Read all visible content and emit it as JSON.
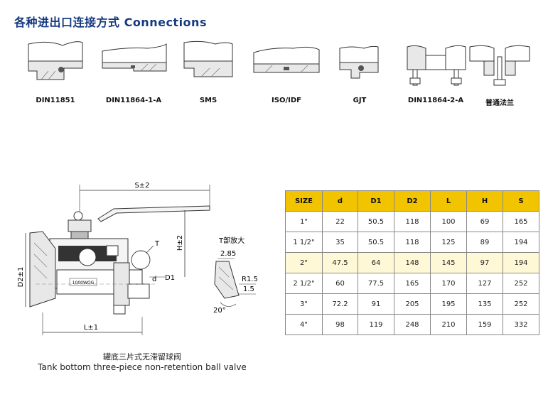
{
  "title": "各种进出口连接方式 Connections",
  "connections": [
    {
      "label": "DIN11851"
    },
    {
      "label": "DIN11864-1-A"
    },
    {
      "label": "SMS"
    },
    {
      "label": "ISO/IDF"
    },
    {
      "label": "GJT"
    },
    {
      "label": "DIN11864-2-A"
    },
    {
      "label": "普通法兰"
    }
  ],
  "drawing": {
    "dim_s": "S±2",
    "dim_h": "H±2",
    "dim_d2": "D2±1",
    "dim_d1": "D1",
    "dim_d": "d",
    "dim_l": "L±1",
    "callout_t": "T",
    "stamp": "1000WOG",
    "detail": {
      "title": "T部放大",
      "dim_285": "2.85",
      "dim_r15": "R1.5",
      "dim_15": "1.5",
      "angle": "20°"
    }
  },
  "caption": {
    "cn": "罐底三片式无滞留球阀",
    "en": "Tank bottom three-piece non-retention ball valve"
  },
  "table": {
    "headers": [
      "SIZE",
      "d",
      "D1",
      "D2",
      "L",
      "H",
      "S"
    ],
    "rows": [
      [
        "1\"",
        "22",
        "50.5",
        "118",
        "100",
        "69",
        "165"
      ],
      [
        "1 1/2\"",
        "35",
        "50.5",
        "118",
        "125",
        "89",
        "194"
      ],
      [
        "2\"",
        "47.5",
        "64",
        "148",
        "145",
        "97",
        "194"
      ],
      [
        "2 1/2\"",
        "60",
        "77.5",
        "165",
        "170",
        "127",
        "252"
      ],
      [
        "3\"",
        "72.2",
        "91",
        "205",
        "195",
        "135",
        "252"
      ],
      [
        "4\"",
        "98",
        "119",
        "248",
        "210",
        "159",
        "332"
      ]
    ]
  }
}
